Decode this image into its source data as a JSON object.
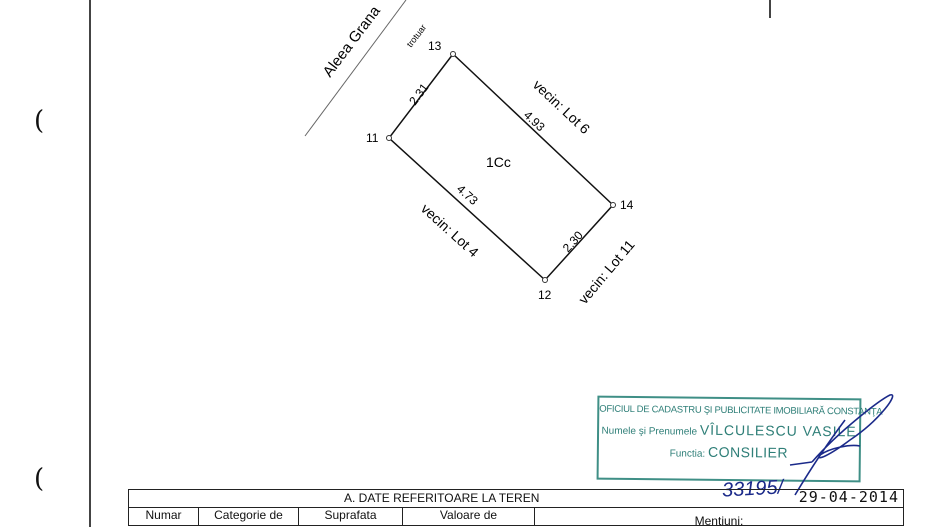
{
  "plan": {
    "street": "Aleea Grana",
    "sidewalk": "trotuar",
    "parcel_id": "1Cc",
    "points": [
      "13",
      "14",
      "12",
      "11"
    ],
    "edges": {
      "e11_13": "2.31",
      "e13_14": "4.93",
      "e14_12": "2.30",
      "e12_11": "4.73"
    },
    "neighbors": {
      "ne": "vecin: Lot 6",
      "sw": "vecin: Lot 4",
      "se": "vecin: Lot 11"
    }
  },
  "stamp": {
    "office": "OFICIUL DE CADASTRU ŞI PUBLICITATE IMOBILIARĂ CONSTANŢA",
    "name_label": "Numele şi Prenumele",
    "name": "VÎLCULESCU VASILE",
    "function_label": "Functia:",
    "function": "CONSILIER",
    "color": "#3f8f86"
  },
  "registration": {
    "number": "33195/",
    "date": "29-04-2014"
  },
  "table": {
    "title": "A. DATE REFERITOARE LA TEREN",
    "headers": [
      "Numar",
      "Categorie de",
      "Suprafata",
      "Valoare de",
      "Mentiuni:"
    ]
  }
}
